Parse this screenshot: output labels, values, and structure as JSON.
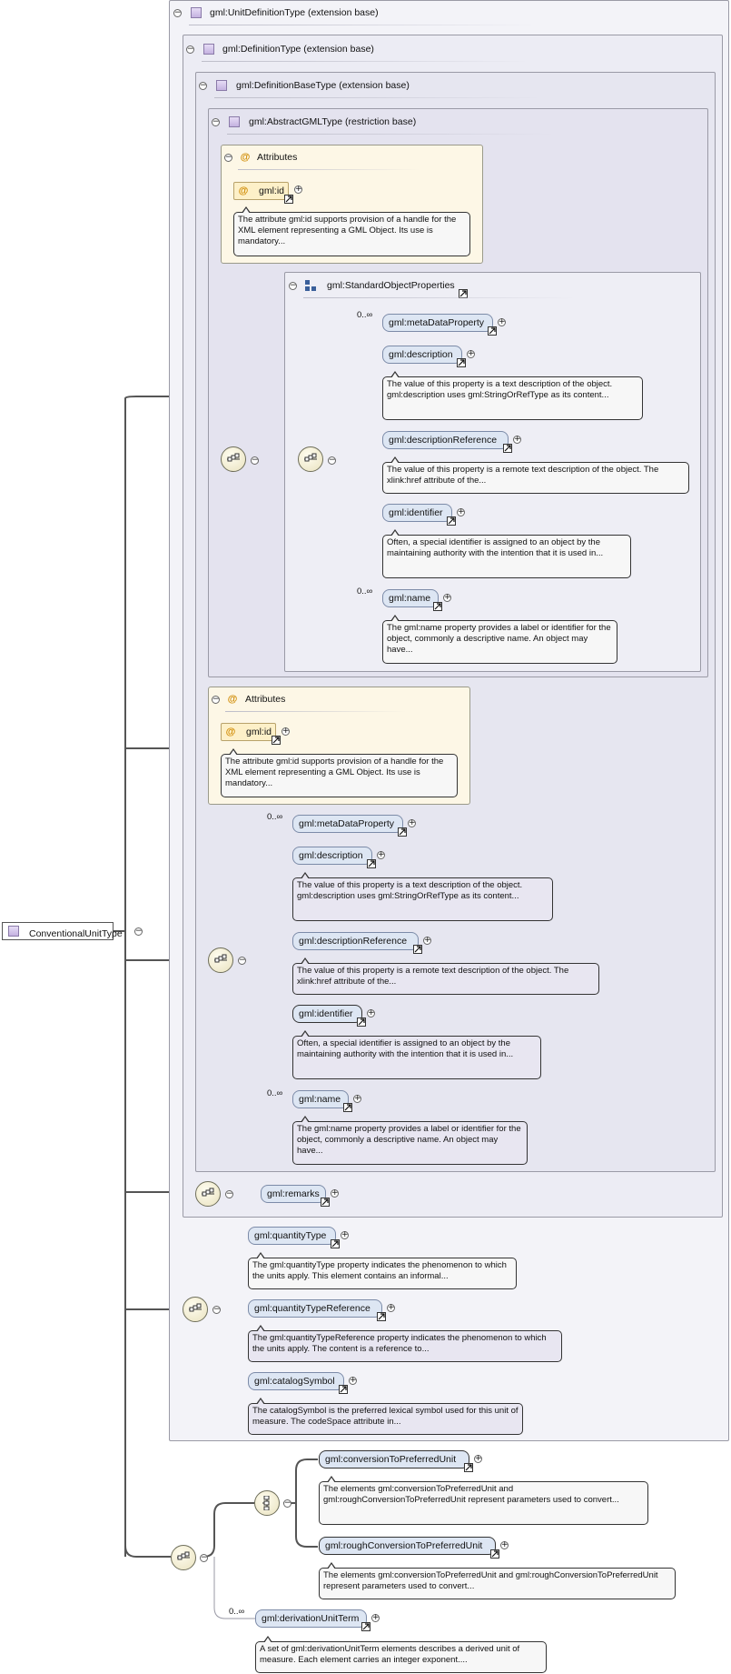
{
  "root": {
    "label": "ConventionalUnitType"
  },
  "bases": {
    "unit_definition": "gml:UnitDefinitionType (extension base)",
    "definition": "gml:DefinitionType (extension base)",
    "definition_base": "gml:DefinitionBaseType (extension base)",
    "abstract_gml": "gml:AbstractGMLType (restriction base)"
  },
  "attributes_label": "Attributes",
  "attribute": {
    "name": "gml:id",
    "doc": "The attribute gml:id supports provision of a handle for the XML element representing a GML Object. Its use is mandatory..."
  },
  "standard_group": {
    "label": "gml:StandardObjectProperties"
  },
  "multiplicity": "0..∞",
  "elements": {
    "metaDataProperty": {
      "label": "gml:metaDataProperty"
    },
    "description": {
      "label": "gml:description",
      "doc": "The value of this property is a text description of the object. gml:description uses gml:StringOrRefType as its content..."
    },
    "descriptionReference": {
      "label": "gml:descriptionReference",
      "doc": "The value of this property is a remote text description of the object. The xlink:href attribute of the..."
    },
    "identifier": {
      "label": "gml:identifier",
      "doc": "Often, a special identifier is assigned to an object by the maintaining authority with the intention that it is used in..."
    },
    "name": {
      "label": "gml:name",
      "doc": "The gml:name property provides a label or identifier for the object, commonly a descriptive name. An object may have..."
    },
    "remarks": {
      "label": "gml:remarks"
    },
    "quantityType": {
      "label": "gml:quantityType",
      "doc": "The gml:quantityType property indicates the phenomenon to which the units apply. This element contains an informal..."
    },
    "quantityTypeReference": {
      "label": "gml:quantityTypeReference",
      "doc": "The gml:quantityTypeReference property indicates the phenomenon to which the units apply. The content is a reference to..."
    },
    "catalogSymbol": {
      "label": "gml:catalogSymbol",
      "doc": "The catalogSymbol is the preferred lexical symbol used for this unit of measure. The codeSpace attribute in..."
    },
    "conversionToPreferredUnit": {
      "label": "gml:conversionToPreferredUnit",
      "doc": "The elements gml:conversionToPreferredUnit and gml:roughConversionToPreferredUnit represent parameters used to convert..."
    },
    "roughConversionToPreferredUnit": {
      "label": "gml:roughConversionToPreferredUnit",
      "doc": "The elements gml:conversionToPreferredUnit and gml:roughConversionToPreferredUnit represent parameters used to convert..."
    },
    "derivationUnitTerm": {
      "label": "gml:derivationUnitTerm",
      "doc": "A set of gml:derivationUnitTerm elements describes a derived unit of measure. Each element carries an integer exponent...."
    }
  },
  "icons": {
    "toggle": "collapse-icon",
    "expand": "expand-icon",
    "link": "link-arrow-icon",
    "sequence": "sequence-compositor-icon",
    "choice": "choice-compositor-icon",
    "attribute": "attribute-at-icon",
    "type": "complex-type-icon",
    "group": "group-icon"
  },
  "colors": {
    "element_fill": "#dde6f3",
    "attribute_fill": "#fdf7e6",
    "doc_fill": "#f7f7f7"
  }
}
